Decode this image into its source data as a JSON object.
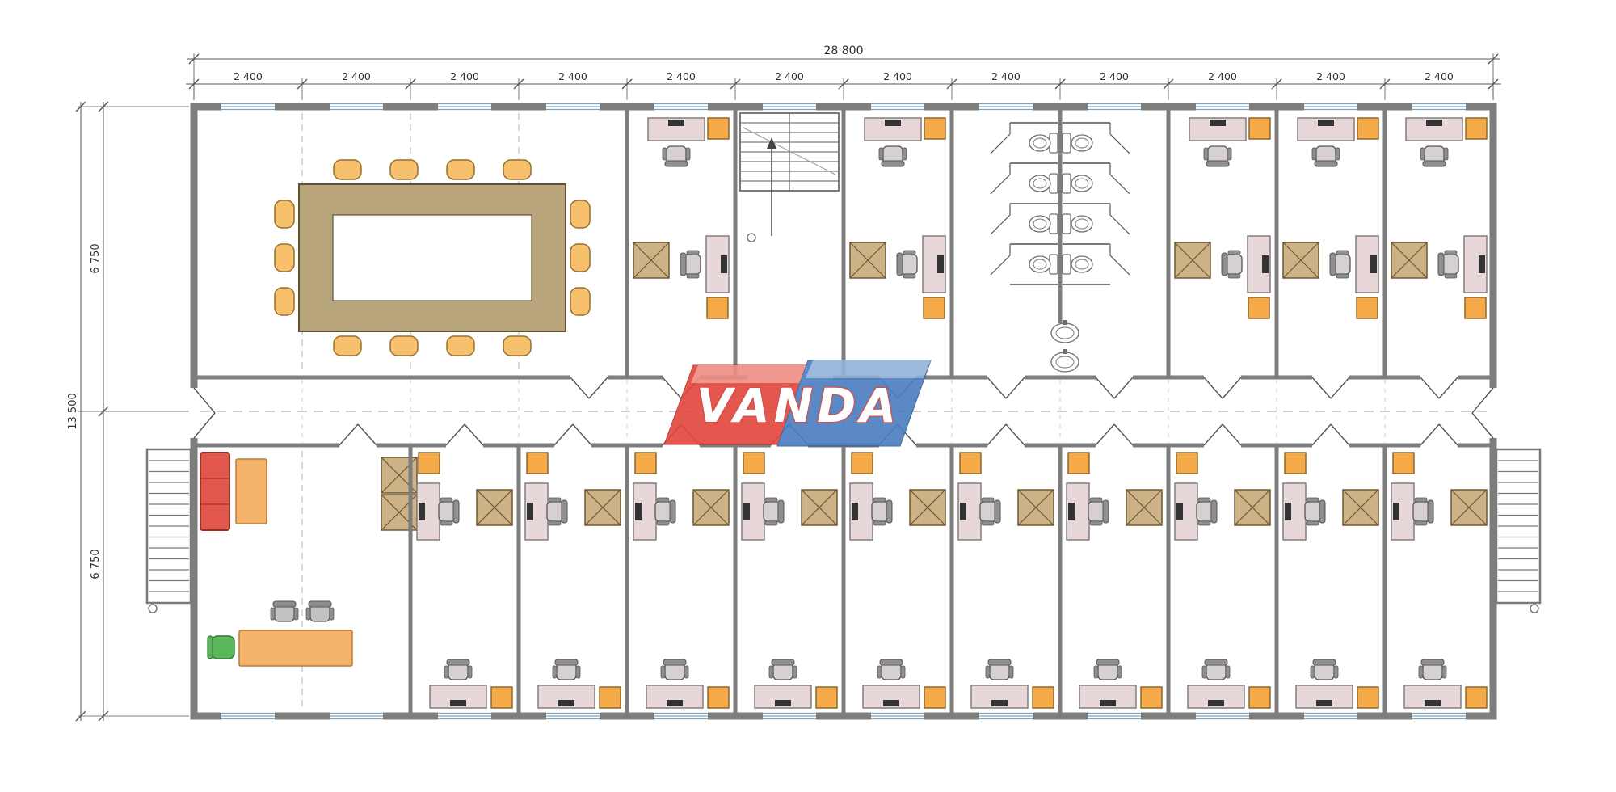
{
  "dimensions": {
    "top_total": "28 800",
    "bay_labels": [
      "2 400",
      "2 400",
      "2 400",
      "2 400",
      "2 400",
      "2 400",
      "2 400",
      "2 400",
      "2 400",
      "2 400",
      "2 400",
      "2 400"
    ],
    "left_total": "13 500",
    "left_upper": "6 750",
    "left_lower": "6 750"
  },
  "logo": {
    "text": "VANDA",
    "red": "#e2453c",
    "blue": "#4a7dbf"
  },
  "palette": {
    "wall": "#7d7d7d",
    "dim": "#2e2e2e",
    "dimline": "#555555",
    "desk": "#e8d7d9",
    "desk_edge": "#857d7f",
    "monitor": "#333333",
    "chair_seat": "#d6d0d2",
    "chair_back": "#8f8f8f",
    "conf_chair": "#f6c06c",
    "conf_chair_edge": "#96702f",
    "table": "#b9a57b",
    "table_edge": "#5f5132",
    "cabinet": "#cdb287",
    "cabinet_edge": "#6d5a32",
    "pedestal": "#f5a947",
    "pedestal_edge": "#8a6a33",
    "sofa": "#e2574c",
    "sofa_edge": "#9c2f24",
    "coffee_table": "#f5b26a",
    "coffee_edge": "#b97c33",
    "green_chair": "#5cb85c",
    "green_edge": "#2e7d32",
    "gray_chair": "#c2c2c2",
    "fixture": "#6e6e6e",
    "window": "#7fa3bd",
    "dash": "#bdbdbd"
  },
  "plan": {
    "total_width_mm": 28800,
    "bay_mm": 2400,
    "bay_count": 12,
    "height_mm": 13500,
    "top_rooms": [
      {
        "name": "conference-room",
        "bay_start": 0,
        "bay_span": 4
      },
      {
        "name": "office-top-1",
        "bay_start": 4,
        "bay_span": 1
      },
      {
        "name": "stairwell",
        "bay_start": 5,
        "bay_span": 1
      },
      {
        "name": "office-top-2",
        "bay_start": 6,
        "bay_span": 1
      },
      {
        "name": "washroom",
        "bay_start": 7,
        "bay_span": 2
      },
      {
        "name": "office-top-3",
        "bay_start": 9,
        "bay_span": 1
      },
      {
        "name": "office-top-4",
        "bay_start": 10,
        "bay_span": 1
      },
      {
        "name": "office-top-5",
        "bay_start": 11,
        "bay_span": 1
      }
    ],
    "bottom_rooms": [
      {
        "name": "reception",
        "bay_start": 0,
        "bay_span": 2
      },
      {
        "name": "office-bottom-1",
        "bay_start": 2,
        "bay_span": 1
      },
      {
        "name": "office-bottom-2",
        "bay_start": 3,
        "bay_span": 1
      },
      {
        "name": "office-bottom-3",
        "bay_start": 4,
        "bay_span": 1
      },
      {
        "name": "office-bottom-4",
        "bay_start": 5,
        "bay_span": 1
      },
      {
        "name": "office-bottom-5",
        "bay_start": 6,
        "bay_span": 1
      },
      {
        "name": "office-bottom-6",
        "bay_start": 7,
        "bay_span": 1
      },
      {
        "name": "office-bottom-7",
        "bay_start": 8,
        "bay_span": 1
      },
      {
        "name": "office-bottom-8",
        "bay_start": 9,
        "bay_span": 1
      },
      {
        "name": "office-bottom-9",
        "bay_start": 10,
        "bay_span": 1
      },
      {
        "name": "office-bottom-10",
        "bay_start": 11,
        "bay_span": 1
      }
    ]
  }
}
